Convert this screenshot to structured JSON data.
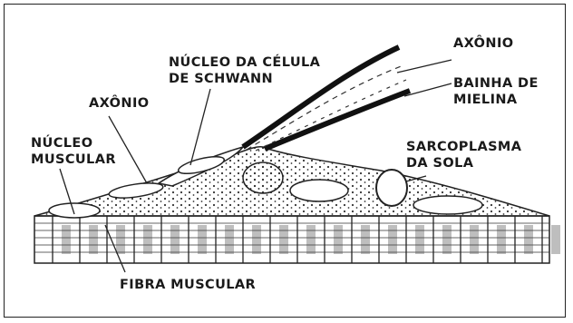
{
  "labels": {
    "nucleo_schwann_line1": "NÚCLEO DA CÉLULA",
    "nucleo_schwann_line2": "DE SCHWANN",
    "axonio_top": "AXÔNIO",
    "bainha_line1": "BAINHA DE",
    "bainha_line2": "MIELINA",
    "axonio_left": "AXÔNIO",
    "nucleo_muscular_line1": "NÚCLEO",
    "nucleo_muscular_line2": "MUSCULAR",
    "sarcoplasma_line1": "SARCOPLASMA",
    "sarcoplasma_line2": "DA SOLA",
    "fibra_muscular": "FIBRA MUSCULAR"
  }
}
